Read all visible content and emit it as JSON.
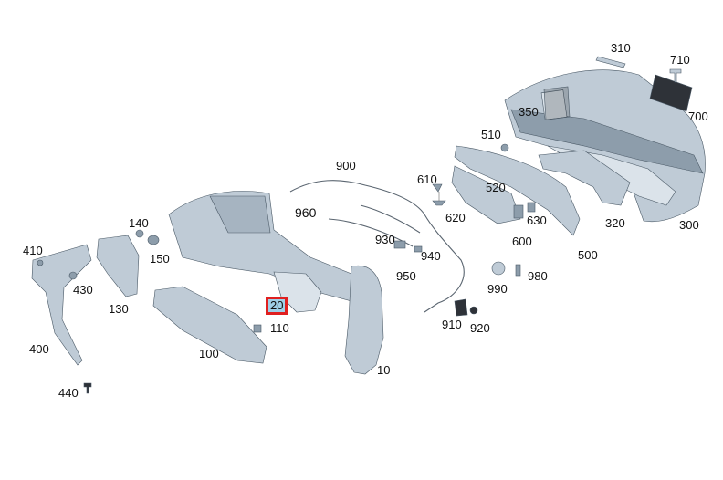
{
  "labels": {
    "p10": "10",
    "p20": "20",
    "p100": "100",
    "p110": "110",
    "p130": "130",
    "p140": "140",
    "p150": "150",
    "p300": "300",
    "p310": "310",
    "p320": "320",
    "p350": "350",
    "p400": "400",
    "p410": "410",
    "p430": "430",
    "p440": "440",
    "p500": "500",
    "p510": "510",
    "p520": "520",
    "p600": "600",
    "p610": "610",
    "p620": "620",
    "p630": "630",
    "p700": "700",
    "p710": "710",
    "p900": "900",
    "p910": "910",
    "p920": "920",
    "p930": "930",
    "p940": "940",
    "p950": "950",
    "p960": "960",
    "p980": "980",
    "p990": "990"
  },
  "highlighted_part": "20",
  "colors": {
    "part_fill": "#bfcbd6",
    "part_shadow": "#8d9dab",
    "highlight_border": "#e02020",
    "highlight_fill": "#9fd0e8"
  }
}
